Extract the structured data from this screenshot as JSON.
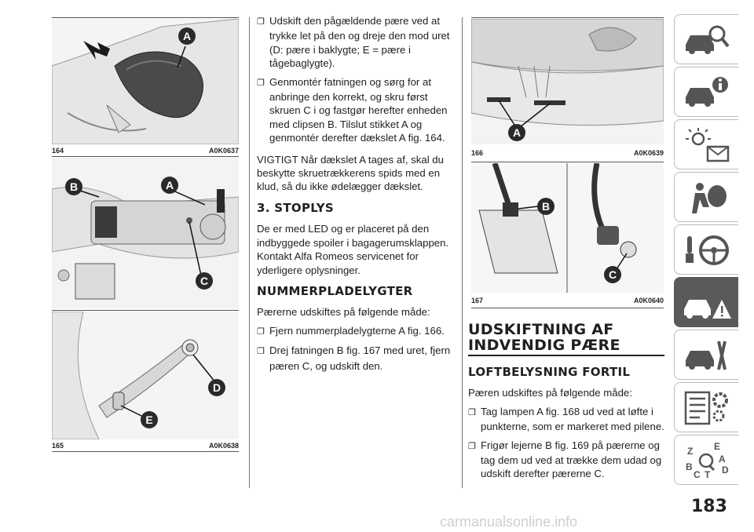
{
  "figures": {
    "f164": {
      "number": "164",
      "code": "A0K0637",
      "labels": [
        "A"
      ]
    },
    "f165a": {
      "labels": [
        "B",
        "A",
        "C"
      ]
    },
    "f165": {
      "number": "165",
      "code": "A0K0638",
      "labels": [
        "D",
        "E"
      ]
    },
    "f166": {
      "number": "166",
      "code": "A0K0639",
      "labels": [
        "A"
      ]
    },
    "f167": {
      "number": "167",
      "code": "A0K0640",
      "labels": [
        "B",
        "C"
      ]
    }
  },
  "col2": {
    "bullets_top": [
      "Udskift den pågældende pære ved at trykke let på den og dreje den mod uret (D: pære i baklygte; E = pære i tågebaglygte).",
      "Genmontér fatningen og sørg for at anbringe den korrekt, og skru først skruen C i og fastgør herefter enheden med clipsen B. Tilslut stikket A og genmontér derefter dækslet A fig. 164."
    ],
    "important": "VIGTIGT Når dækslet A tages af, skal du beskytte skruetrækkerens spids med en klud, så du ikke ødelægger dækslet.",
    "stoplys_heading": "3. STOPLYS",
    "stoplys_text": "De er med LED og er placeret på den indbyggede spoiler i bagagerumsklappen. Kontakt Alfa Romeos servicenet for yderligere oplysninger.",
    "nummer_heading": "NUMMERPLADELYGTER",
    "nummer_intro": "Pærerne udskiftes på følgende måde:",
    "bullets_bottom": [
      "Fjern nummerpladelygterne A fig. 166.",
      "Drej fatningen B fig. 167 med uret, fjern pæren C, og udskift den."
    ]
  },
  "col3": {
    "heading": "UDSKIFTNING AF INDVENDIG PÆRE",
    "sub_heading": "LOFTBELYSNING FORTIL",
    "intro": "Pæren udskiftes på følgende måde:",
    "bullets": [
      "Tag lampen A fig. 168 ud ved at løfte i punkterne, som er markeret med pilene.",
      "Frigør lejerne B fig. 169 på pærerne og tag dem ud ved at trække dem udad og udskift derefter pærerne C."
    ]
  },
  "bullet_symbol": "❐",
  "sidebar": {
    "tabs": [
      {
        "icon": "car-search-icon",
        "active": false
      },
      {
        "icon": "car-info-icon",
        "active": false
      },
      {
        "icon": "warning-lights-icon",
        "active": false
      },
      {
        "icon": "airbag-icon",
        "active": false
      },
      {
        "icon": "steering-wheel-icon",
        "active": false
      },
      {
        "icon": "car-breakdown-icon",
        "active": true
      },
      {
        "icon": "car-service-icon",
        "active": false
      },
      {
        "icon": "technical-data-icon",
        "active": false
      },
      {
        "icon": "index-icon",
        "active": false
      }
    ],
    "index_letters": [
      "Z",
      "E",
      "A",
      "B",
      "C",
      "T",
      "D"
    ]
  },
  "page_number": "183",
  "watermark": "carmanualsonline.info"
}
